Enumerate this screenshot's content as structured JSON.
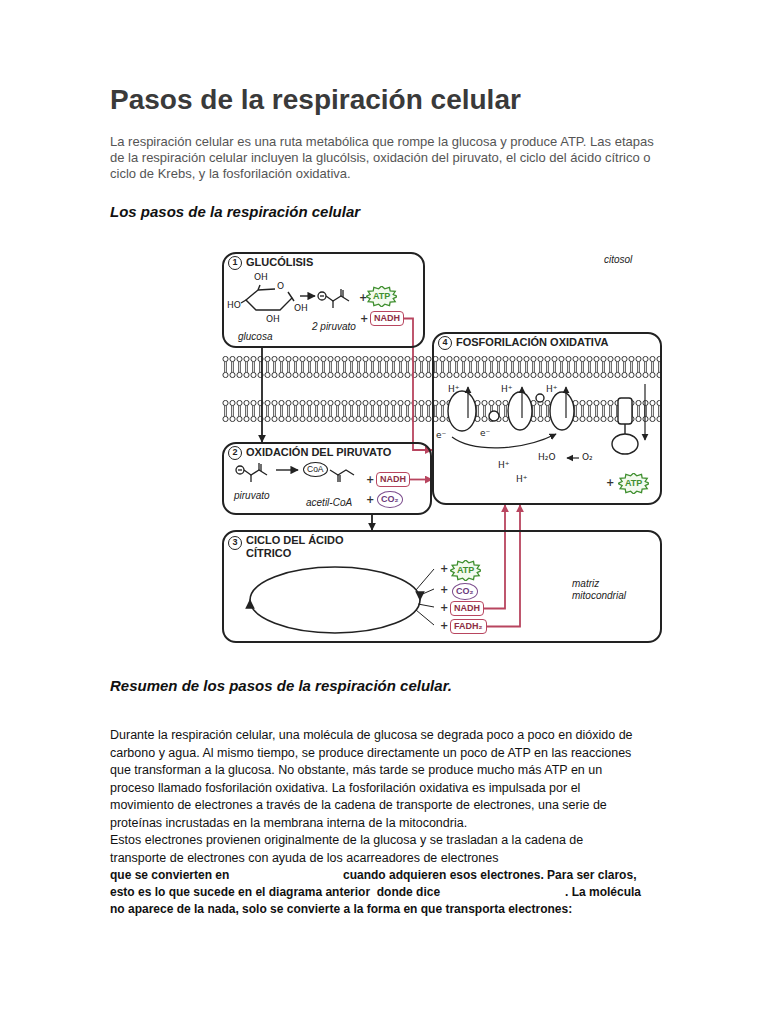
{
  "diagram": {
    "title": "Pasos de la respiración celular",
    "nodes": [
      {
        "text": [
          "1",
          "GLUCÓLISIS",
          "glucosa",
          "2 piruvato"
        ]
      },
      {
        "text": [
          "ATP"
        ],
        "in": 0
      },
      {
        "text": [
          "NADH"
        ],
        "in": 0
      },
      {
        "text": [
          "4",
          "FOSFORILACIÓN OXIDATIVA",
          "H⁺",
          "H⁺",
          "H⁺",
          "e⁻",
          "e⁻",
          "H⁺",
          "H⁺",
          "H₂O",
          "O₂"
        ]
      },
      {
        "text": [
          "ATP"
        ],
        "in": 3
      },
      {
        "text": [
          "2",
          "OXIDACIÓN DEL PIRUVATO",
          "piruvato",
          "acetil-CoA",
          "CoA"
        ]
      },
      {
        "text": [
          "NADH"
        ],
        "in": 5
      },
      {
        "text": [
          "CO₂"
        ],
        "in": 5
      },
      {
        "text": [
          "3",
          "CICLO DEL ÁCIDO CÍTRICO"
        ]
      },
      {
        "text": [
          "ATP"
        ],
        "in": 8
      },
      {
        "text": [
          "CO₂"
        ],
        "in": 8
      },
      {
        "text": [
          "NADH"
        ],
        "in": 8
      },
      {
        "text": [
          "FADH₂"
        ],
        "in": 8
      }
    ],
    "edges": [
      {
        "from": 0,
        "to": 5,
        "arrow": "to"
      },
      {
        "from": 5,
        "to": 8,
        "arrow": "to"
      },
      {
        "from": 2,
        "to": 3,
        "arrow": "to"
      },
      {
        "from": 6,
        "to": 3,
        "arrow": "to"
      },
      {
        "from": 11,
        "to": 3,
        "arrow": "to"
      },
      {
        "from": 12,
        "to": 3,
        "arrow": "to"
      }
    ],
    "labels": [
      "La respiración celular es una ruta metabólica que rompe la glucosa y produce ATP. Las etapas de la respiración celular incluyen la glucólsis, oxidación del piruvato, el ciclo del ácido cítrico o ciclo de Krebs, y la fosforilación oxidativa.",
      "Los pasos de la respiración celular",
      "citosol",
      "OH",
      "O",
      "OH",
      "HO",
      "OH",
      "+",
      "+",
      "+",
      "+",
      "+",
      "+",
      "+",
      "+",
      "+",
      "matriz mitocondrial",
      "Resumen de los pasos de la respiración celular.",
      "Durante la respiración celular, una molécula de glucosa se degrada poco a poco en dióxido de carbono y agua. Al mismo tiempo, se produce directamente un poco de ATP en las reacciones que transforman a la glucosa. No obstante, más tarde se produce mucho más ATP en un proceso llamado fosforilación oxidativa. La fosforilación oxidativa es impulsada por el movimiento de electrones a través de la cadena de transporte de electrones, una serie de proteínas incrustadas en la membrana interna de la mitocondria.",
      "Estos electrones provienen originalmente de la glucosa y se trasladan a la cadena de transporte de electrones con ayuda de los acarreadores de electrones",
      "que se convierten en",
      "cuando adquieren esos electrones. Para ser claros,",
      "esto es lo que sucede en el diagrama anterior  donde dice",
      ". La molécula",
      "no aparece de la nada, solo se convierte a la forma en que transporta electrones:"
    ]
  }
}
